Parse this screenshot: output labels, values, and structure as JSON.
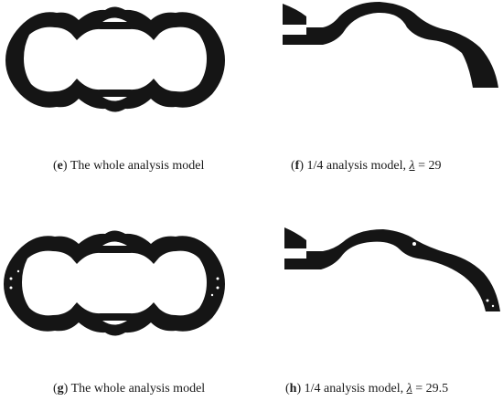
{
  "figure": {
    "colors": {
      "shape": "#151515",
      "background": "#ffffff"
    },
    "panels": [
      {
        "id": "e",
        "type": "whole-model",
        "letter": "e",
        "caption_text": "The whole analysis model",
        "lambda_value": ""
      },
      {
        "id": "f",
        "type": "quarter-model",
        "letter": "f",
        "caption_text": "1/4 analysis model,",
        "lambda_symbol": "λ",
        "lambda_equals": "= 29"
      },
      {
        "id": "g",
        "type": "whole-model",
        "letter": "g",
        "caption_text": "The whole analysis model",
        "lambda_value": ""
      },
      {
        "id": "h",
        "type": "quarter-model",
        "letter": "h",
        "caption_text": "1/4 analysis model,",
        "lambda_symbol": "λ",
        "lambda_equals": "= 29.5"
      }
    ]
  }
}
